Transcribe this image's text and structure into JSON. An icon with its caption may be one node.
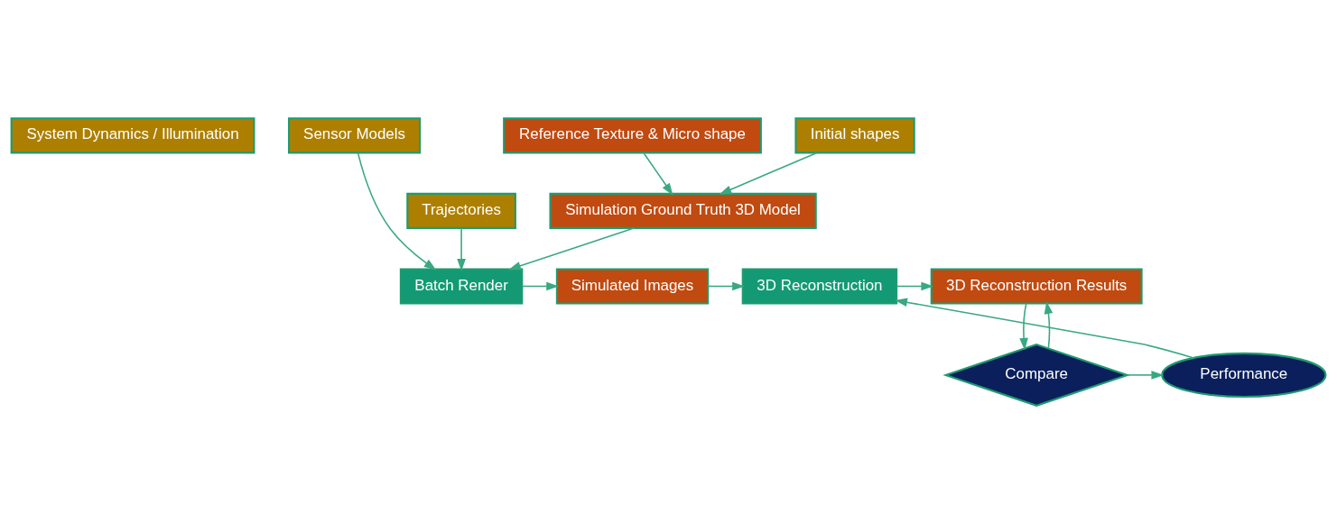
{
  "diagram": {
    "nodes": [
      {
        "text": [
          "System Dynamics / Illumination"
        ]
      },
      {
        "text": [
          "Sensor Models"
        ]
      },
      {
        "text": [
          "Initial shapes"
        ]
      },
      {
        "text": [
          "Reference Texture & Micro shape"
        ]
      },
      {
        "text": [
          "Trajectories"
        ]
      },
      {
        "text": [
          "Simulation Ground Truth 3D Model"
        ]
      },
      {
        "text": [
          "Performance"
        ]
      },
      {
        "text": [
          "Compare"
        ]
      },
      {
        "text": [
          "Batch Render"
        ]
      },
      {
        "text": [
          "Simulated Images"
        ]
      },
      {
        "text": [
          "3D Reconstruction"
        ]
      },
      {
        "text": [
          "3D Reconstruction Results"
        ]
      }
    ],
    "edges": [
      {
        "from": 2,
        "to": 5,
        "arrow": "to"
      },
      {
        "from": 3,
        "to": 5,
        "arrow": "to"
      },
      {
        "from": 1,
        "to": 8,
        "arrow": "to"
      },
      {
        "from": 5,
        "to": 8,
        "arrow": "to"
      },
      {
        "from": 4,
        "to": 8,
        "arrow": "to"
      },
      {
        "from": 8,
        "to": 9,
        "arrow": "to"
      },
      {
        "from": 9,
        "to": 10,
        "arrow": "to"
      },
      {
        "from": 6,
        "to": 10,
        "arrow": "to"
      },
      {
        "from": 10,
        "to": 11,
        "arrow": "to"
      },
      {
        "from": 11,
        "to": 7,
        "arrow": "to"
      },
      {
        "from": 7,
        "to": 11,
        "arrow": "to"
      },
      {
        "from": 7,
        "to": 6,
        "arrow": "to"
      }
    ]
  }
}
